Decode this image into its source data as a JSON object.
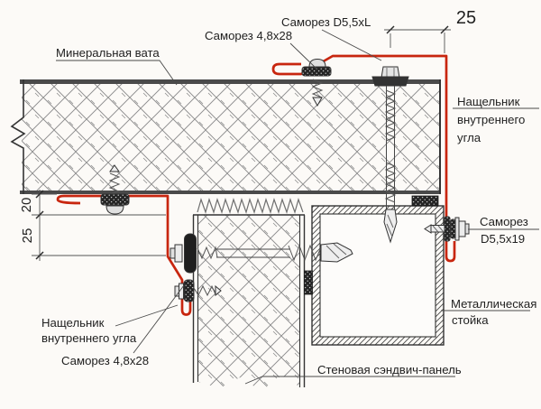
{
  "diagram": {
    "labels": {
      "mineral_wool": "Минеральная вата",
      "screw_top_small": "Саморез 4,8х28",
      "screw_top_long": "Саморез D5,5xL",
      "dim_top": "25",
      "dim_gap": "20",
      "dim_overlap": "25",
      "flashing_right": [
        "Нащельник",
        "внутреннего",
        "угла"
      ],
      "screw_right": [
        "Саморез",
        "D5,5x19"
      ],
      "metal_post": [
        "Металлическая",
        "стойка"
      ],
      "wall_panel": "Стеновая сэндвич-панель",
      "flashing_left": [
        "Нащельник",
        "внутреннего угла"
      ],
      "screw_bottom_small": "Саморез 4,8х28"
    },
    "colors": {
      "flashing_red": "#c8260f",
      "line_dark": "#3a3a3a",
      "hatch_grey": "#8c8c8c",
      "background": "#fcfaf7"
    }
  }
}
